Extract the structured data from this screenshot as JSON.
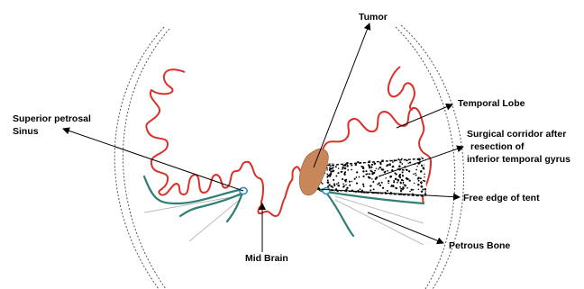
{
  "labels": {
    "tumor": "Tumor",
    "temporal_lobe": "Temporal Lobe",
    "superior_petrosal_line1": "Superior petrosal",
    "superior_petrosal_line2": "Sinus",
    "corridor_line1": "Surgical corridor after",
    "corridor_line2": "resection of",
    "corridor_line3": "inferior temporal gyrus",
    "free_edge": "Free edge of tent",
    "petrous_bone": "Petrous Bone",
    "mid_brain": "Mid Brain"
  },
  "colors": {
    "cortex": "#d9302a",
    "tentorium": "#2f7f73",
    "tumor": "#c8875a",
    "sinus": "#2a8fc4",
    "skull": "#555555",
    "bone_line": "#b8b8b8",
    "arrow": "#000000"
  }
}
